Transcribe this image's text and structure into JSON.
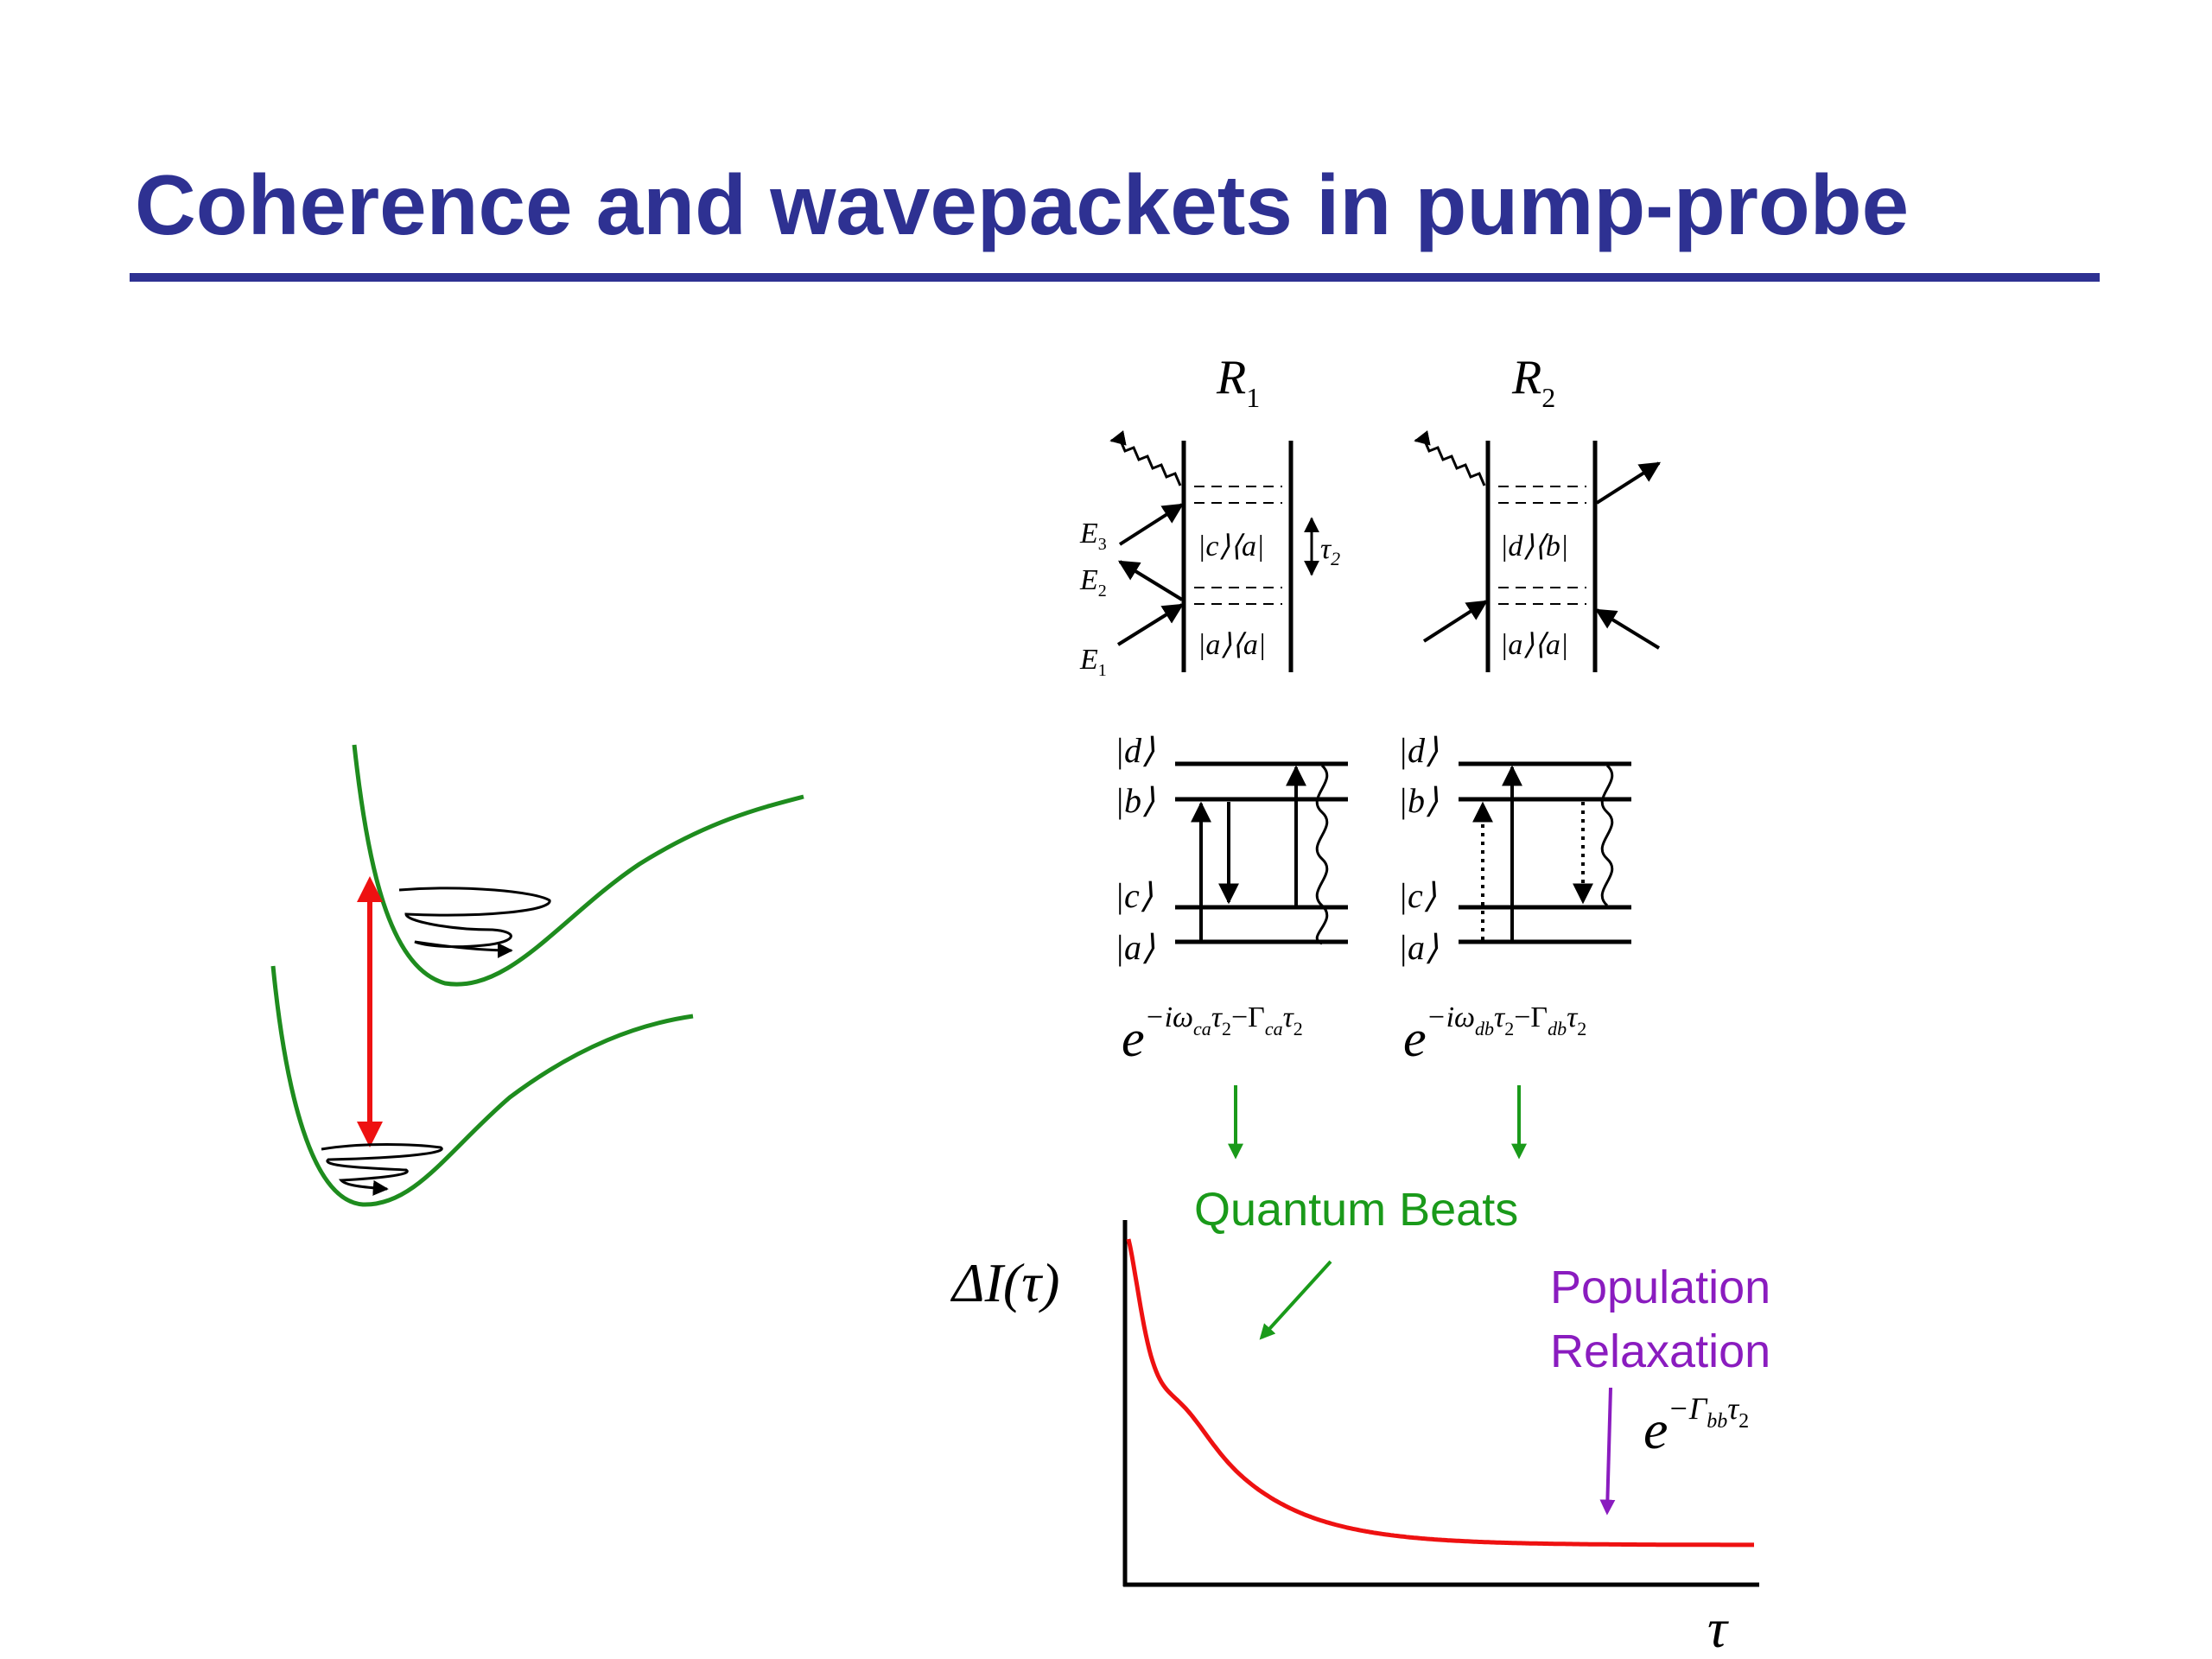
{
  "slide": {
    "title": "Coherence and wavepackets in pump-probe",
    "title_color": "#2e3192"
  },
  "diagrams": {
    "r1": {
      "label_main": "R",
      "label_sub": "1",
      "fields": [
        {
          "main": "E",
          "sub": "3"
        },
        {
          "main": "E",
          "sub": "2"
        },
        {
          "main": "E",
          "sub": "1"
        }
      ],
      "upper_state": "|c⟩⟨a|",
      "lower_state": "|a⟩⟨a|",
      "delay_main": "τ",
      "delay_sub": "2"
    },
    "r2": {
      "label_main": "R",
      "label_sub": "2",
      "upper_state": "|d⟩⟨b|",
      "lower_state": "|a⟩⟨a|"
    }
  },
  "levels": {
    "d": "|d⟩",
    "b": "|b⟩",
    "c": "|c⟩",
    "a": "|a⟩"
  },
  "formulas": {
    "left": {
      "base": "e",
      "exponent": "−iω",
      "s1": "ca",
      "t1": "τ",
      "t1s": "2",
      "mid": "−Γ",
      "s2": "ca",
      "t2": "τ",
      "t2s": "2"
    },
    "right": {
      "base": "e",
      "exponent": "−iω",
      "s1": "db",
      "t1": "τ",
      "t1s": "2",
      "mid": "−Γ",
      "s2": "db",
      "t2": "τ",
      "t2s": "2"
    },
    "population": {
      "base": "e",
      "exponent": "−Γ",
      "s1": "bb",
      "t1": "τ",
      "t1s": "2"
    }
  },
  "signal": {
    "ylabel": "ΔI(τ)",
    "xlabel": "τ",
    "quantum_beats_label": "Quantum Beats",
    "population_label_1": "Population",
    "population_label_2": "Relaxation"
  },
  "colors": {
    "green": "#1a9a1a",
    "curve_green": "#1e8c1e",
    "red": "#ee1111",
    "purple": "#8a1cbf",
    "blue": "#2e3192"
  },
  "model": {
    "beat_frequency_rad": 0.0646,
    "beat_amplitude": 0.37,
    "beat_damping": 0.034,
    "population_decay": 0.01133
  }
}
